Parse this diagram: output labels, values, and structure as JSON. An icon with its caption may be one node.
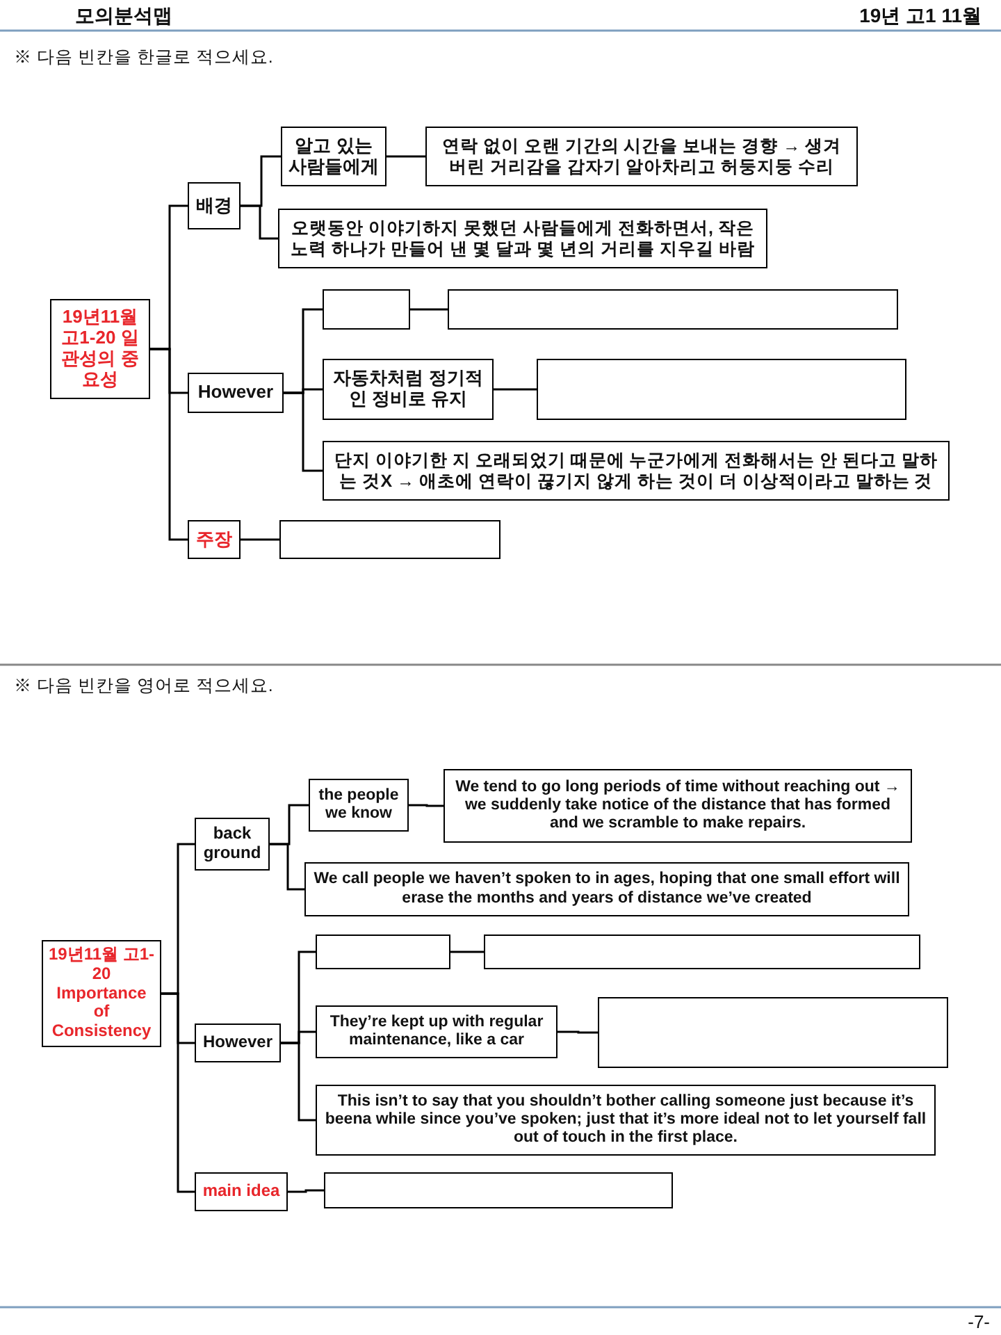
{
  "diagram": {
    "title": "모의분석맵",
    "nodes": [
      {
        "text": [
          "19년11월 고1-20 일관성의 중요성"
        ]
      },
      {
        "text": [
          "배경"
        ]
      },
      {
        "text": [
          "알고 있는 사람들에게"
        ]
      },
      {
        "text": [
          "연락 없이 오랜 기간의 시간을 보내는 경향 → 생겨 버린 거리감을 갑자기 알아차리고 허둥지둥 수리"
        ]
      },
      {
        "text": [
          "오랫동안 이야기하지 못했던 사람들에게 전화하면서, 작은 노력 하나가 만들어 낸 몇 달과 몇 년의 거리를 지우길 바람"
        ]
      },
      {
        "text": [
          "However"
        ]
      },
      {
        "text": [],
        "shape": "box"
      },
      {
        "text": [],
        "shape": "box"
      },
      {
        "text": [
          "자동차처럼 정기적인 정비로 유지"
        ]
      },
      {
        "text": [],
        "shape": "box"
      },
      {
        "text": [
          "단지 이야기한 지 오래되었기 때문에 누군가에게 전화해서는 안 된다고 말하는 것X → 애초에 연락이 끊기지 않게 하는 것이 더 이상적이라고 말하는 것"
        ]
      },
      {
        "text": [
          "주장"
        ]
      },
      {
        "text": [],
        "shape": "box"
      },
      {
        "text": [
          "19년11월 고1-20 Importance of Consistency"
        ]
      },
      {
        "text": [
          "back ground"
        ]
      },
      {
        "text": [
          "the people we know"
        ]
      },
      {
        "text": [
          "We tend to go long periods of time without reaching out → we suddenly take notice of the distance that has formed and we scramble to make repairs."
        ]
      },
      {
        "text": [
          "We call people we haven’t spoken to in ages, hoping that one small effort will erase the months and years of distance we’ve created"
        ]
      },
      {
        "text": [
          "However"
        ]
      },
      {
        "text": [],
        "shape": "box"
      },
      {
        "text": [],
        "shape": "box"
      },
      {
        "text": [
          "They’re kept up with regular maintenance, like a car"
        ]
      },
      {
        "text": [],
        "shape": "box"
      },
      {
        "text": [
          "This isn’t to say that you shouldn’t bother calling someone just because it’s beena while since you’ve spoken; just that it’s more ideal not to let yourself fall out of touch in the first place."
        ]
      },
      {
        "text": [
          "main idea"
        ]
      },
      {
        "text": [],
        "shape": "box"
      }
    ],
    "edges": [
      {
        "from": 0,
        "to": 1,
        "arrow": "none"
      },
      {
        "from": 0,
        "to": 5,
        "arrow": "none"
      },
      {
        "from": 0,
        "to": 11,
        "arrow": "none"
      },
      {
        "from": 1,
        "to": 2,
        "arrow": "none"
      },
      {
        "from": 1,
        "to": 4,
        "arrow": "none"
      },
      {
        "from": 2,
        "to": 3,
        "arrow": "none"
      },
      {
        "from": 5,
        "to": 6,
        "arrow": "none"
      },
      {
        "from": 5,
        "to": 8,
        "arrow": "none"
      },
      {
        "from": 5,
        "to": 10,
        "arrow": "none"
      },
      {
        "from": 6,
        "to": 7,
        "arrow": "none"
      },
      {
        "from": 8,
        "to": 9,
        "arrow": "none"
      },
      {
        "from": 11,
        "to": 12,
        "arrow": "none"
      },
      {
        "from": 13,
        "to": 14,
        "arrow": "none"
      },
      {
        "from": 13,
        "to": 18,
        "arrow": "none"
      },
      {
        "from": 13,
        "to": 24,
        "arrow": "none"
      },
      {
        "from": 14,
        "to": 15,
        "arrow": "none"
      },
      {
        "from": 14,
        "to": 17,
        "arrow": "none"
      },
      {
        "from": 15,
        "to": 16,
        "arrow": "none"
      },
      {
        "from": 18,
        "to": 19,
        "arrow": "none"
      },
      {
        "from": 18,
        "to": 21,
        "arrow": "none"
      },
      {
        "from": 18,
        "to": 23,
        "arrow": "none"
      },
      {
        "from": 19,
        "to": 20,
        "arrow": "none"
      },
      {
        "from": 21,
        "to": 22,
        "arrow": "none"
      },
      {
        "from": 24,
        "to": 25,
        "arrow": "none"
      }
    ],
    "labels": [
      "19년 고1 11월",
      "※ 다음 빈칸을 한글로 적으세요.",
      "※ 다음 빈칸을 영어로 적으세요.",
      "-7-"
    ]
  }
}
